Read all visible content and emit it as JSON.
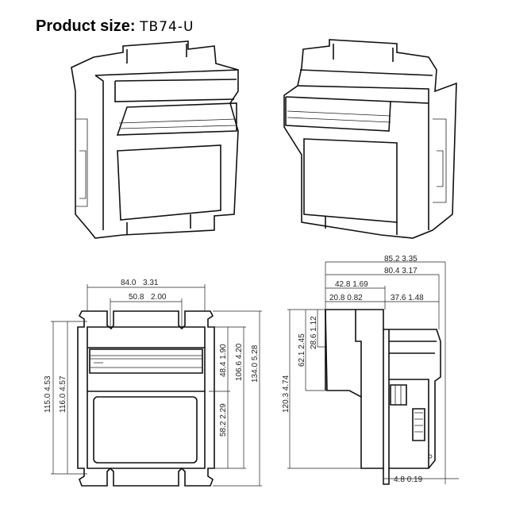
{
  "title": {
    "label": "Product size",
    "separator": ":",
    "model": "TB74-U"
  },
  "front_view": {
    "width_outer": "84.0",
    "width_outer_in": "3.31",
    "slot_spacing": "50.8",
    "slot_spacing_in": "2.00",
    "height_115": "115.0",
    "height_115_in": "4.53",
    "height_116": "116.0",
    "height_116_in": "4.57",
    "upper": "48.4",
    "upper_in": "1.90",
    "lower": "58.2",
    "lower_in": "2.29",
    "body": "106.6",
    "body_in": "4.20",
    "total": "134.0",
    "total_in": "5.28"
  },
  "side_view": {
    "depth_total": "85.2",
    "depth_total_in": "3.35",
    "depth_body": "80.4",
    "depth_body_in": "3.17",
    "front_depth": "42.8",
    "front_depth_in": "1.69",
    "step": "20.8",
    "step_in": "0.82",
    "rear": "37.6",
    "rear_in": "1.48",
    "top_step": "28.6",
    "top_step_in": "1.12",
    "front_h": "62.1",
    "front_h_in": "2.45",
    "height": "120.3",
    "height_in": "4.74",
    "plate": "4.8",
    "plate_in": "0.19"
  }
}
